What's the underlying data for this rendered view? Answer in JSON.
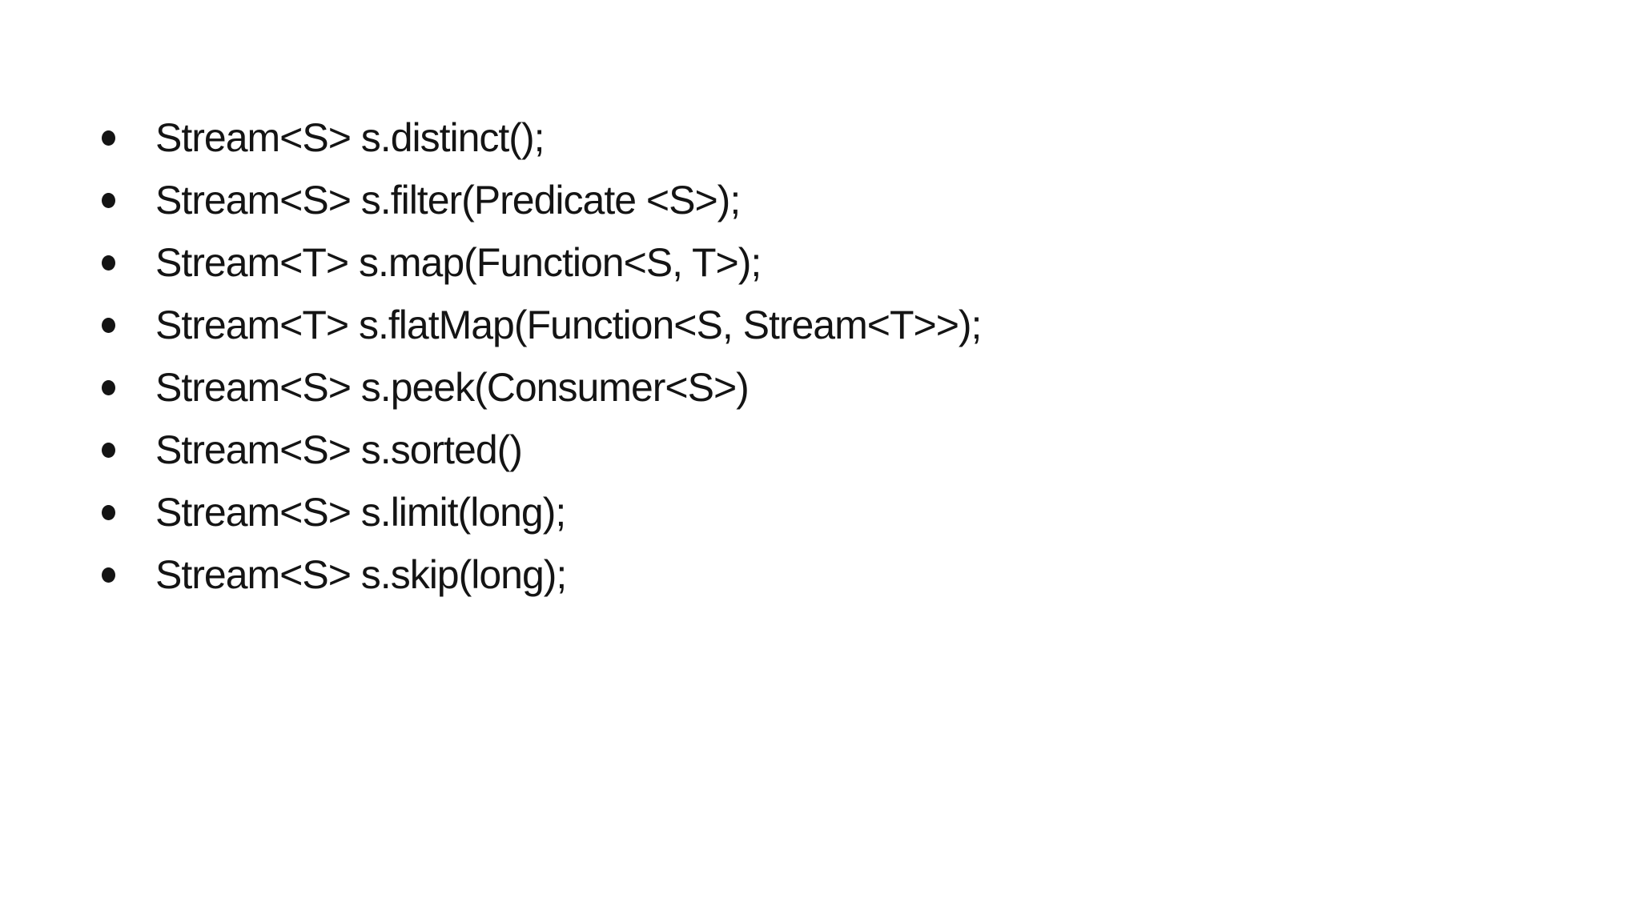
{
  "page": {
    "background_color": "#ffffff",
    "text_color": "#141414"
  },
  "list": {
    "items": [
      "Stream<S> s.distinct();",
      "Stream<S> s.filter(Predicate <S>);",
      "Stream<T> s.map(Function<S, T>);",
      "Stream<T> s.flatMap(Function<S, Stream<T>>);",
      "Stream<S> s.peek(Consumer<S>)",
      "Stream<S> s.sorted()",
      "Stream<S> s.limit(long);",
      "Stream<S> s.skip(long);"
    ]
  }
}
